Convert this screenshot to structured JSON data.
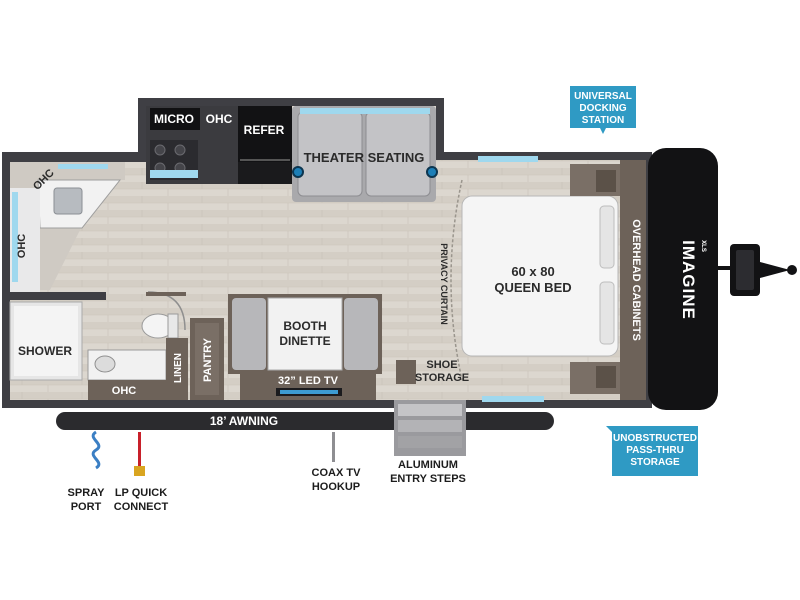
{
  "labels": {
    "micro": "MICRO",
    "ohc": "OHC",
    "refer": "REFER",
    "theater_seating": "THEATER SEATING",
    "shower": "SHOWER",
    "linen": "LINEN",
    "pantry": "PANTRY",
    "booth_dinette_1": "BOOTH",
    "booth_dinette_2": "DINETTE",
    "led_tv": "32” LED TV",
    "privacy_curtain": "PRIVACY CURTAIN",
    "shoe_storage_1": "SHOE",
    "shoe_storage_2": "STORAGE",
    "bed_size": "60 x 80",
    "bed_name": "QUEEN BED",
    "overhead_cabinets": "OVERHEAD CABINETS",
    "awning": "18’ AWNING",
    "spray_port_1": "SPRAY",
    "spray_port_2": "PORT",
    "lp_connect_1": "LP QUICK",
    "lp_connect_2": "CONNECT",
    "coax_1": "COAX TV",
    "coax_2": "HOOKUP",
    "steps_1": "ALUMINUM",
    "steps_2": "ENTRY STEPS",
    "docking_1": "UNIVERSAL",
    "docking_2": "DOCKING",
    "docking_3": "STATION",
    "passthru_1": "UNOBSTRUCTED",
    "passthru_2": "PASS-THRU",
    "passthru_3": "STORAGE",
    "brand": "IMAGINE",
    "brand_sub": "XLS"
  },
  "colors": {
    "floor": "#d9d4cc",
    "wall": "#4a4a4f",
    "callout": "#2f9ac4",
    "awning": "#2b2b2e",
    "lp_line": "#c8202a",
    "spray_hose": "#3b7fc4",
    "cabinet": "#6d6259",
    "accent_light": "#9fd8ee"
  }
}
